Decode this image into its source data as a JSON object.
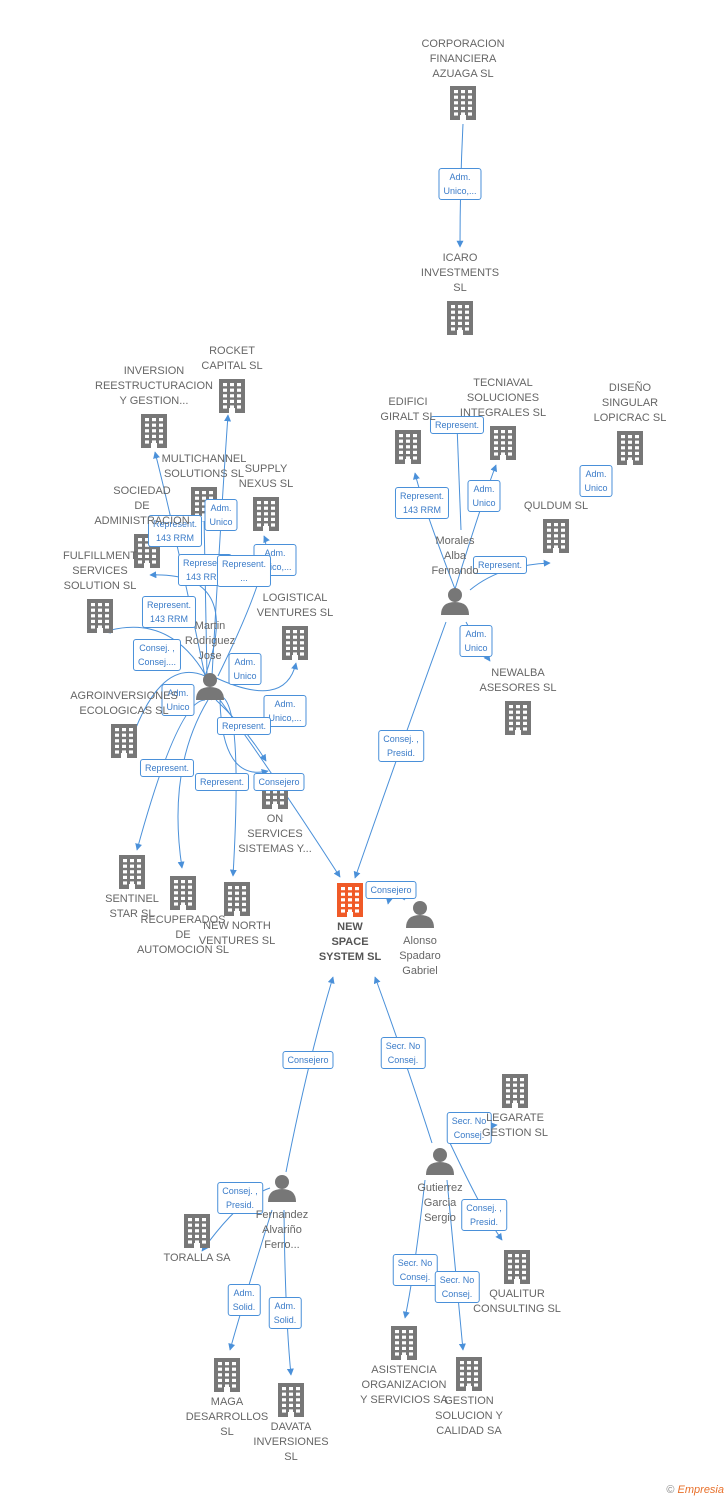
{
  "colors": {
    "edge": "#4a90d9",
    "company": "#777777",
    "main": "#f05a28",
    "person": "#777777"
  },
  "nodes": [
    {
      "id": "corporacion",
      "type": "company",
      "label": "CORPORACION\nFINANCIERA\nAZUAGA  SL"
    },
    {
      "id": "icaro",
      "type": "company",
      "label": "ICARO\nINVESTMENTS\nSL"
    },
    {
      "id": "edifici",
      "type": "company",
      "label": "EDIFICI\nGIRALT  SL"
    },
    {
      "id": "tecniaval",
      "type": "company",
      "label": "TECNIAVAL\nSOLUCIONES\nINTEGRALES SL"
    },
    {
      "id": "diseno",
      "type": "company",
      "label": "DISEÑO\nSINGULAR\nLOPICRAC  SL"
    },
    {
      "id": "quldum",
      "type": "company",
      "label": "QULDUM  SL"
    },
    {
      "id": "morales",
      "type": "person",
      "label": "Morales\nAlba\nFernando"
    },
    {
      "id": "newalba",
      "type": "company",
      "label": "NEWALBA\nASESORES SL"
    },
    {
      "id": "rocket",
      "type": "company",
      "label": "ROCKET\nCAPITAL  SL"
    },
    {
      "id": "inversion",
      "type": "company",
      "label": "INVERSION\nREESTRUCTURACION\nY GESTION..."
    },
    {
      "id": "multichannel",
      "type": "company",
      "label": "MULTICHANNEL\nSOLUTIONS  SL"
    },
    {
      "id": "supply",
      "type": "company",
      "label": "SUPPLY\nNEXUS SL"
    },
    {
      "id": "sociedad",
      "type": "company",
      "label": "SOCIEDAD\nDE\nADMINISTRACION"
    },
    {
      "id": "fulfillment",
      "type": "company",
      "label": "FULFILLMENT\nSERVICES\nSOLUTION SL"
    },
    {
      "id": "logistical",
      "type": "company",
      "label": "LOGISTICAL\nVENTURES  SL"
    },
    {
      "id": "martin",
      "type": "person",
      "label": "Martin\nRodriguez\nJose"
    },
    {
      "id": "agroinversion",
      "type": "company",
      "label": "AGROINVERSIONES\nECOLOGICAS SL"
    },
    {
      "id": "onservices",
      "type": "company",
      "label": "ON\nSERVICES\nSISTEMAS Y..."
    },
    {
      "id": "sentinel",
      "type": "company",
      "label": "SENTINEL\nSTAR  SL"
    },
    {
      "id": "recuperados",
      "type": "company",
      "label": "RECUPERADOS\nDE\nAUTOMOCION SL"
    },
    {
      "id": "newnorth",
      "type": "company",
      "label": "NEW NORTH\nVENTURES  SL"
    },
    {
      "id": "newspace",
      "type": "main",
      "label": "NEW\nSPACE\nSYSTEM  SL"
    },
    {
      "id": "alonso",
      "type": "person",
      "label": "Alonso\nSpadaro\nGabriel"
    },
    {
      "id": "legarate",
      "type": "company",
      "label": "LEGARATE\nGESTION  SL"
    },
    {
      "id": "gutierrez",
      "type": "person",
      "label": "Gutierrez\nGarcia\nSergio"
    },
    {
      "id": "fernandez",
      "type": "person",
      "label": "Fernandez\nAlvariño\nFerro..."
    },
    {
      "id": "toralla",
      "type": "company",
      "label": "TORALLA SA"
    },
    {
      "id": "qualitur",
      "type": "company",
      "label": "QUALITUR\nCONSULTING SL"
    },
    {
      "id": "maga",
      "type": "company",
      "label": "MAGA\nDESARROLLOS\nSL"
    },
    {
      "id": "davata",
      "type": "company",
      "label": "DAVATA\nINVERSIONES\nSL"
    },
    {
      "id": "asistencia",
      "type": "company",
      "label": "ASISTENCIA\nORGANIZACION\nY SERVICIOS SA"
    },
    {
      "id": "gestion",
      "type": "company",
      "label": "GESTION\nSOLUCION Y\nCALIDAD SA"
    }
  ],
  "edges": [
    {
      "from": "corporacion",
      "to": "icaro",
      "label": "Adm.\nUnico,..."
    },
    {
      "from": "morales",
      "to": "icaro",
      "label": "Represent."
    },
    {
      "from": "morales",
      "to": "edifici",
      "label": "Represent.\n143 RRM"
    },
    {
      "from": "morales",
      "to": "tecniaval",
      "label": "Adm.\nUnico"
    },
    {
      "from": "morales",
      "to": "diseno",
      "label": "Adm.\nUnico"
    },
    {
      "from": "morales",
      "to": "quldum",
      "label": "Represent."
    },
    {
      "from": "morales",
      "to": "newalba",
      "label": "Adm.\nUnico"
    },
    {
      "from": "morales",
      "to": "newspace",
      "label": "Consej. ,\nPresid."
    },
    {
      "from": "martin",
      "to": "rocket",
      "label": "Adm.\nUnico"
    },
    {
      "from": "martin",
      "to": "inversion",
      "label": "Represent.\n143 RRM"
    },
    {
      "from": "martin",
      "to": "multichannel",
      "label": "Represent.\n143 RRM"
    },
    {
      "from": "martin",
      "to": "supply",
      "label": "Adm.\nUnico,..."
    },
    {
      "from": "martin",
      "to": "sociedad",
      "label": "Represent.\n..."
    },
    {
      "from": "martin",
      "to": "fulfillment",
      "label": "Represent.\n143 RRM"
    },
    {
      "from": "martin",
      "to": "agroinversion",
      "label": "Consej. ,\nConsej...."
    },
    {
      "from": "martin",
      "to": "logistical",
      "label": "Adm.\nUnico,..."
    },
    {
      "from": "martin",
      "to": "sentinel",
      "label": "Adm.\nUnico"
    },
    {
      "from": "martin",
      "to": "recuperados",
      "label": "Represent."
    },
    {
      "from": "martin",
      "to": "newnorth",
      "label": "Adm.\nUnico"
    },
    {
      "from": "martin",
      "to": "onservices",
      "label": "Represent."
    },
    {
      "from": "martin",
      "to": "onservices",
      "label": "Represent."
    },
    {
      "from": "martin",
      "to": "newspace",
      "label": "Consejero"
    },
    {
      "from": "alonso",
      "to": "newspace",
      "label": "Consejero"
    },
    {
      "from": "fernandez",
      "to": "newspace",
      "label": "Consejero"
    },
    {
      "from": "gutierrez",
      "to": "newspace",
      "label": "Secr.  No\nConsej."
    },
    {
      "from": "gutierrez",
      "to": "legarate",
      "label": "Secr.  No\nConsej."
    },
    {
      "from": "gutierrez",
      "to": "qualitur",
      "label": "Consej. ,\nPresid."
    },
    {
      "from": "gutierrez",
      "to": "asistencia",
      "label": "Secr.  No\nConsej."
    },
    {
      "from": "gutierrez",
      "to": "gestion",
      "label": "Secr.  No\nConsej."
    },
    {
      "from": "fernandez",
      "to": "toralla",
      "label": "Consej. ,\nPresid."
    },
    {
      "from": "fernandez",
      "to": "maga",
      "label": "Adm.\nSolid."
    },
    {
      "from": "fernandez",
      "to": "davata",
      "label": "Adm.\nSolid."
    }
  ],
  "footer": {
    "copyright": "©",
    "brand_initial": "E",
    "brand_rest": "mpresia"
  }
}
